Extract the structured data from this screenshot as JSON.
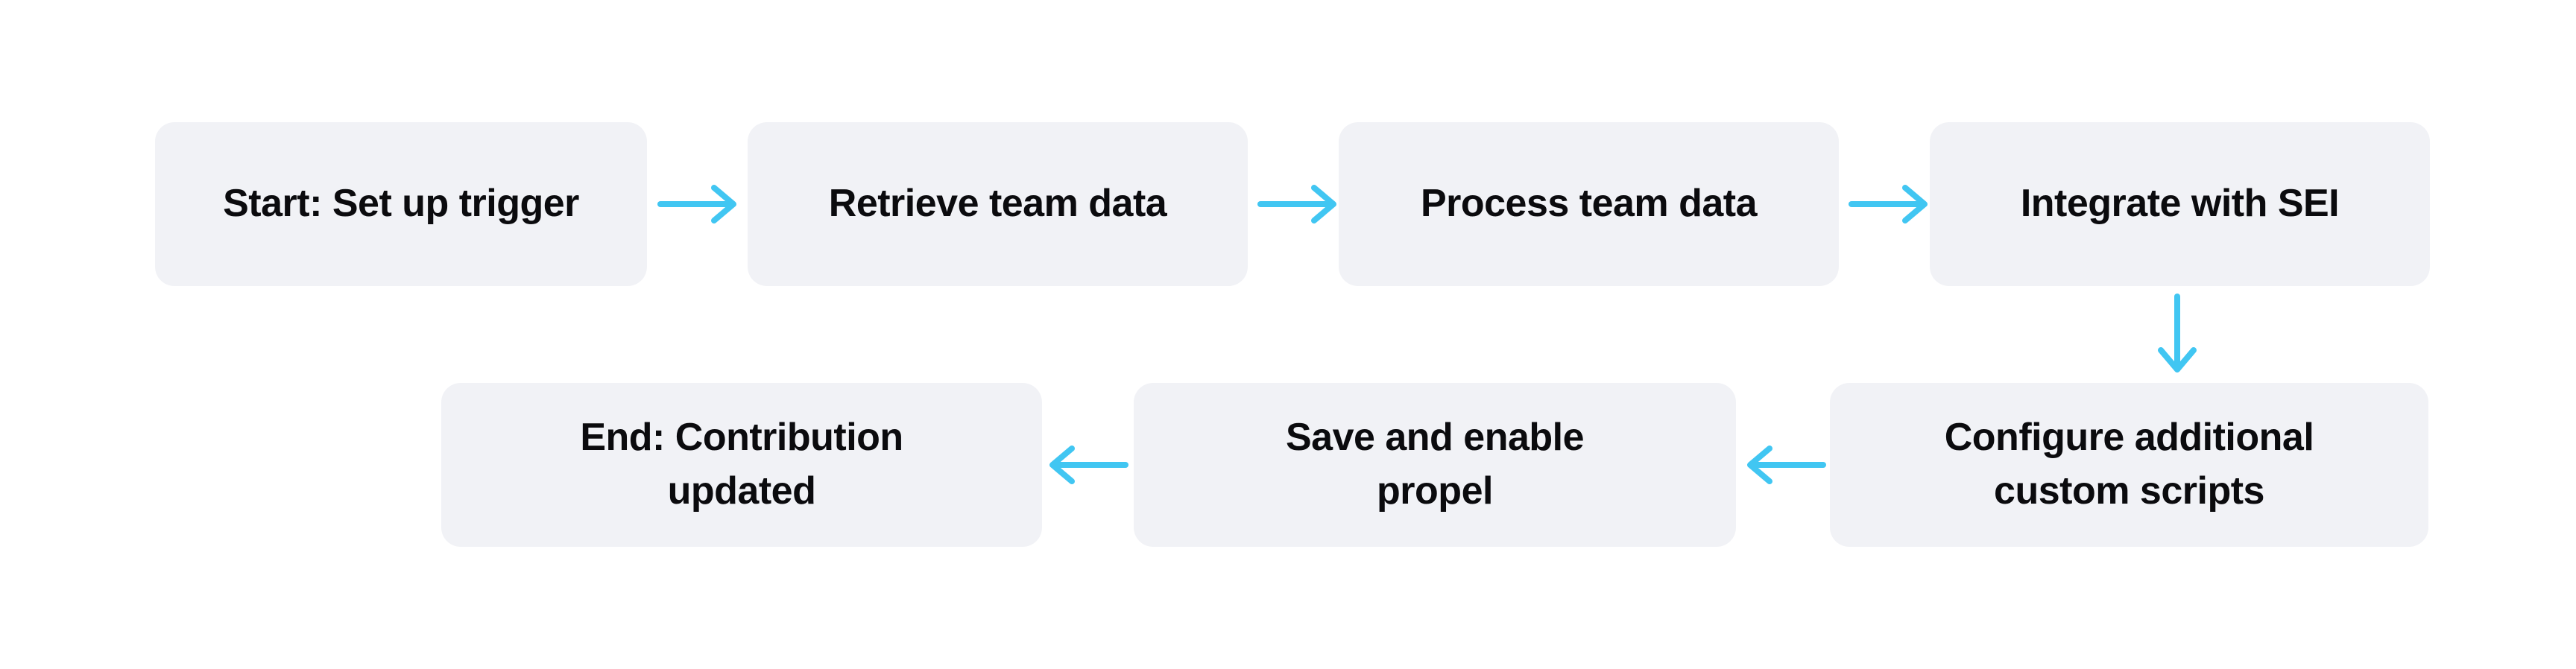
{
  "page": {
    "background_color": "#ffffff"
  },
  "flowchart": {
    "node_fill_color": "#f1f2f6",
    "arrow_color": "#41c6f2",
    "text_color": "#0b0b0e",
    "nodes": [
      {
        "id": "start",
        "label": "Start: Set up trigger"
      },
      {
        "id": "retrieve-team-data",
        "label": "Retrieve team data"
      },
      {
        "id": "process-team-data",
        "label": "Process team data"
      },
      {
        "id": "integrate-with-sei",
        "label": "Integrate with SEI"
      },
      {
        "id": "configure-custom-scripts",
        "label": "Configure additional\ncustom scripts"
      },
      {
        "id": "save-and-enable-propel",
        "label": "Save and enable\npropel"
      },
      {
        "id": "end",
        "label": "End: Contribution\nupdated"
      }
    ],
    "edges": [
      {
        "from": "start",
        "to": "retrieve-team-data",
        "direction": "right"
      },
      {
        "from": "retrieve-team-data",
        "to": "process-team-data",
        "direction": "right"
      },
      {
        "from": "process-team-data",
        "to": "integrate-with-sei",
        "direction": "right"
      },
      {
        "from": "integrate-with-sei",
        "to": "configure-custom-scripts",
        "direction": "down"
      },
      {
        "from": "configure-custom-scripts",
        "to": "save-and-enable-propel",
        "direction": "left"
      },
      {
        "from": "save-and-enable-propel",
        "to": "end",
        "direction": "left"
      }
    ]
  }
}
